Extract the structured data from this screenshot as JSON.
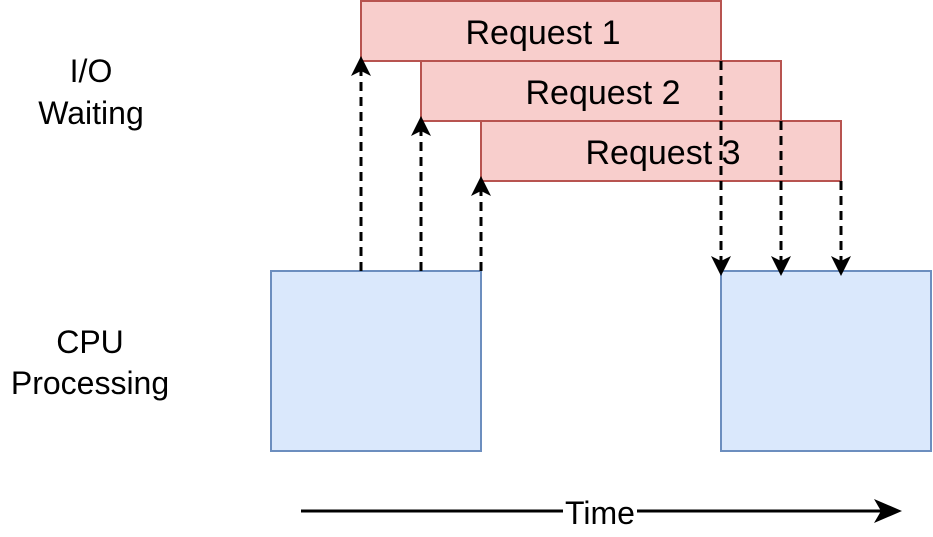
{
  "labels": {
    "io_line1": "I/O",
    "io_line2": "Waiting",
    "cpu_line1": "CPU",
    "cpu_line2": "Processing",
    "time": "Time"
  },
  "requests": [
    {
      "label": "Request 1"
    },
    {
      "label": "Request 2"
    },
    {
      "label": "Request 3"
    }
  ],
  "colors": {
    "request_fill": "#f8cecc",
    "request_stroke": "#b85450",
    "cpu_fill": "#dae8fc",
    "cpu_stroke": "#6c8ebf",
    "arrow": "#000000"
  }
}
